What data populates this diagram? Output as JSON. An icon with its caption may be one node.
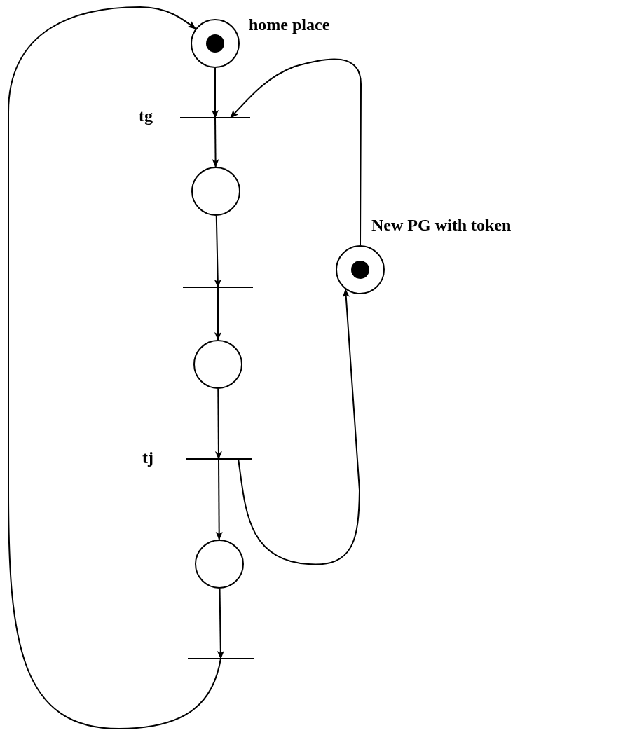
{
  "diagram": {
    "nodes": [
      {
        "text": [],
        "shape": "circle",
        "beside": [
          "home place"
        ]
      },
      {
        "text": [],
        "shape": "bar",
        "beside": [
          "tg"
        ]
      },
      {
        "text": [],
        "shape": "circle"
      },
      {
        "text": [],
        "shape": "bar"
      },
      {
        "text": [],
        "shape": "circle"
      },
      {
        "text": [],
        "shape": "bar",
        "beside": [
          "tj"
        ]
      },
      {
        "text": [],
        "shape": "circle"
      },
      {
        "text": [],
        "shape": "bar"
      },
      {
        "text": [],
        "shape": "circle",
        "beside": [
          "New PG with token"
        ]
      }
    ],
    "edges": [
      {
        "from": 0,
        "to": 1,
        "arrow": "to"
      },
      {
        "from": 1,
        "to": 2,
        "arrow": "to"
      },
      {
        "from": 2,
        "to": 3,
        "arrow": "to"
      },
      {
        "from": 3,
        "to": 4,
        "arrow": "to"
      },
      {
        "from": 4,
        "to": 5,
        "arrow": "to"
      },
      {
        "from": 5,
        "to": 6,
        "arrow": "to"
      },
      {
        "from": 6,
        "to": 7,
        "arrow": "to"
      },
      {
        "from": 7,
        "to": 0,
        "arrow": "to"
      },
      {
        "from": 5,
        "to": 8,
        "arrow": "to"
      },
      {
        "from": 8,
        "to": 1,
        "arrow": "to"
      }
    ]
  }
}
